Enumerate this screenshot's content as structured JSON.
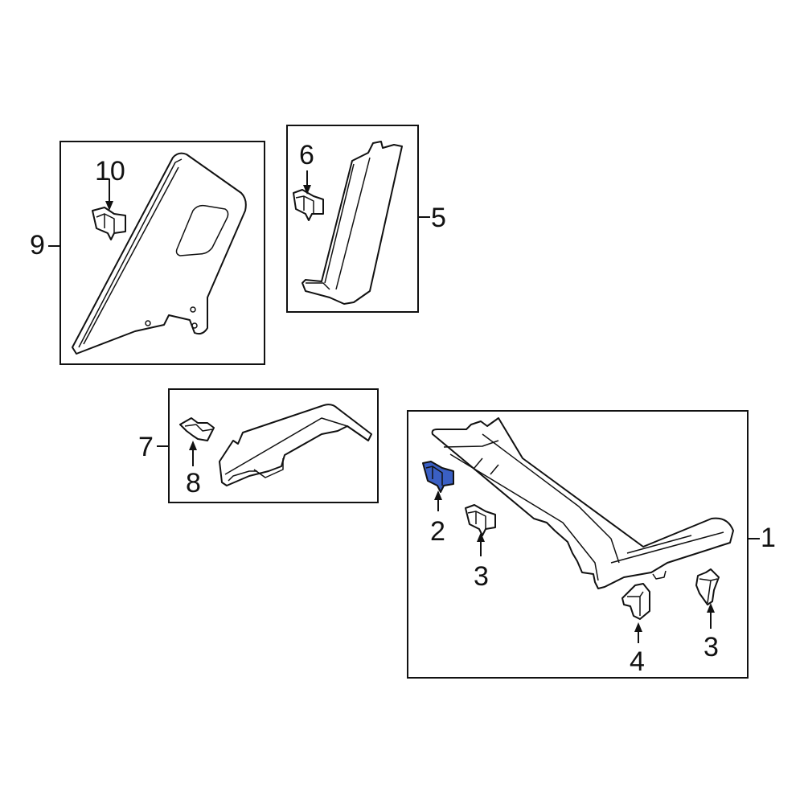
{
  "diagram": {
    "type": "exploded-parts-diagram",
    "highlight_color": "#3a5fc4",
    "line_color": "#111111",
    "groups": [
      {
        "id": "group-9",
        "callout": "9",
        "parts": [
          {
            "callout": "9",
            "name": "quarter-trim-panel"
          },
          {
            "callout": "10",
            "name": "clip"
          }
        ]
      },
      {
        "id": "group-5",
        "callout": "5",
        "parts": [
          {
            "callout": "5",
            "name": "pillar-trim"
          },
          {
            "callout": "6",
            "name": "clip"
          }
        ]
      },
      {
        "id": "group-7",
        "callout": "7",
        "parts": [
          {
            "callout": "7",
            "name": "scuff-plate-trim"
          },
          {
            "callout": "8",
            "name": "clip"
          }
        ]
      },
      {
        "id": "group-1",
        "callout": "1",
        "parts": [
          {
            "callout": "1",
            "name": "pillar-trim-assembly"
          },
          {
            "callout": "2",
            "name": "clip",
            "highlighted": true
          },
          {
            "callout": "3",
            "name": "clip"
          },
          {
            "callout": "3",
            "name": "clip"
          },
          {
            "callout": "4",
            "name": "clip"
          }
        ]
      }
    ]
  },
  "labels": {
    "c1": "1",
    "c2": "2",
    "c3a": "3",
    "c3b": "3",
    "c4": "4",
    "c5": "5",
    "c6": "6",
    "c7": "7",
    "c8": "8",
    "c9": "9",
    "c10": "10"
  }
}
